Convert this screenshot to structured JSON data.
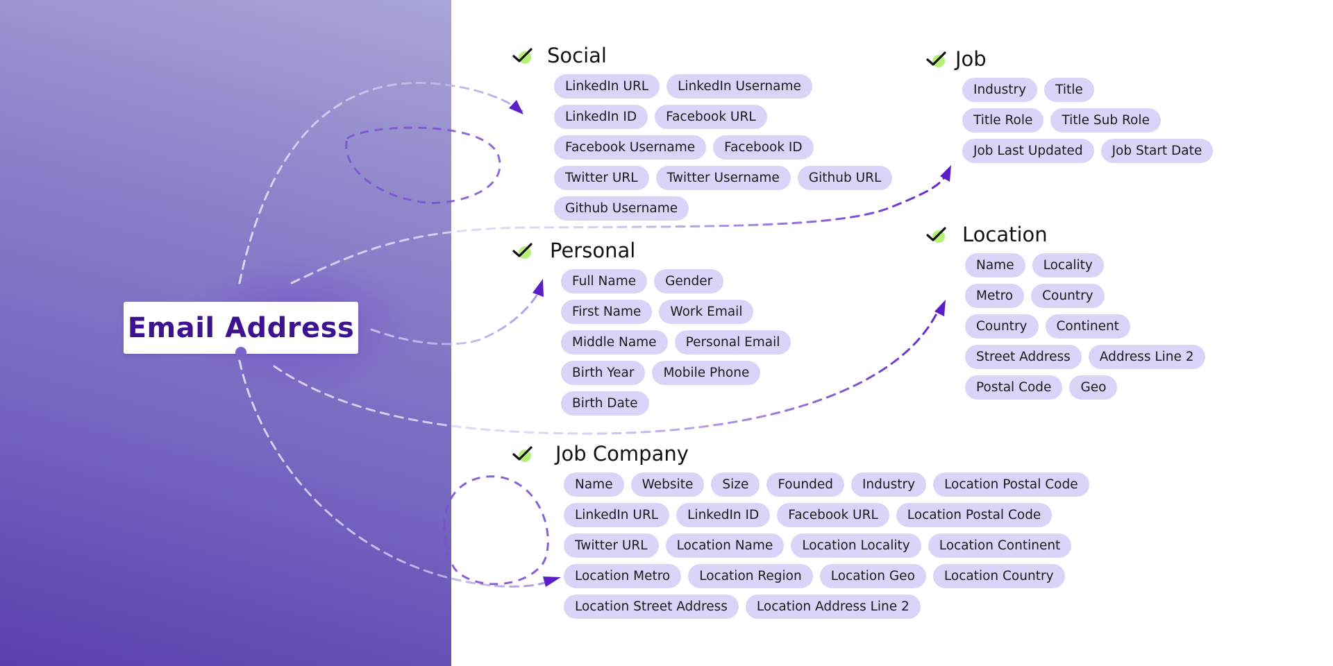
{
  "source": {
    "label": "Email Address"
  },
  "icons": {
    "group_check": "check-icon",
    "source_connector": "connector-dot",
    "arrows": "arrowhead-icon"
  },
  "colors": {
    "accent": "#3d1390",
    "chip_bg": "#d9d4f8",
    "arrow": "#5a1ec8",
    "check_stroke": "#111111",
    "check_bg": "#b6f07a",
    "panel_top": "#a9a6d8",
    "panel_bottom": "#5a3fae"
  },
  "groups": [
    {
      "key": "social",
      "title": "Social",
      "rows": [
        [
          "LinkedIn URL",
          "LinkedIn Username"
        ],
        [
          "LinkedIn ID",
          "Facebook URL"
        ],
        [
          "Facebook Username",
          "Facebook ID"
        ],
        [
          "Twitter URL",
          "Twitter Username",
          "Github URL"
        ],
        [
          "Github Username"
        ]
      ]
    },
    {
      "key": "personal",
      "title": "Personal",
      "rows": [
        [
          "Full Name",
          "Gender"
        ],
        [
          "First Name",
          "Work Email"
        ],
        [
          "Middle Name",
          "Personal Email"
        ],
        [
          "Birth Year",
          "Mobile Phone"
        ],
        [
          "Birth Date"
        ]
      ]
    },
    {
      "key": "job-company",
      "title": "Job Company",
      "rows": [
        [
          "Name",
          "Website",
          "Size",
          "Founded",
          "Industry",
          "Location Postal Code"
        ],
        [
          "LinkedIn URL",
          "LinkedIn ID",
          "Facebook URL",
          "Location Postal Code"
        ],
        [
          "Twitter URL",
          "Location Name",
          "Location Locality",
          "Location Continent"
        ],
        [
          "Location Metro",
          "Location Region",
          "Location Geo",
          "Location Country"
        ],
        [
          "Location Street Address",
          "Location Address Line 2"
        ]
      ]
    },
    {
      "key": "job",
      "title": "Job",
      "rows": [
        [
          "Industry",
          "Title"
        ],
        [
          "Title Role",
          "Title Sub Role"
        ],
        [
          "Job Last Updated",
          "Job Start Date"
        ]
      ]
    },
    {
      "key": "location",
      "title": "Location",
      "rows": [
        [
          "Name",
          "Locality"
        ],
        [
          "Metro",
          "Country"
        ],
        [
          "Country",
          "Continent"
        ],
        [
          "Street Address",
          "Address Line 2"
        ],
        [
          "Postal Code",
          "Geo"
        ]
      ]
    }
  ]
}
